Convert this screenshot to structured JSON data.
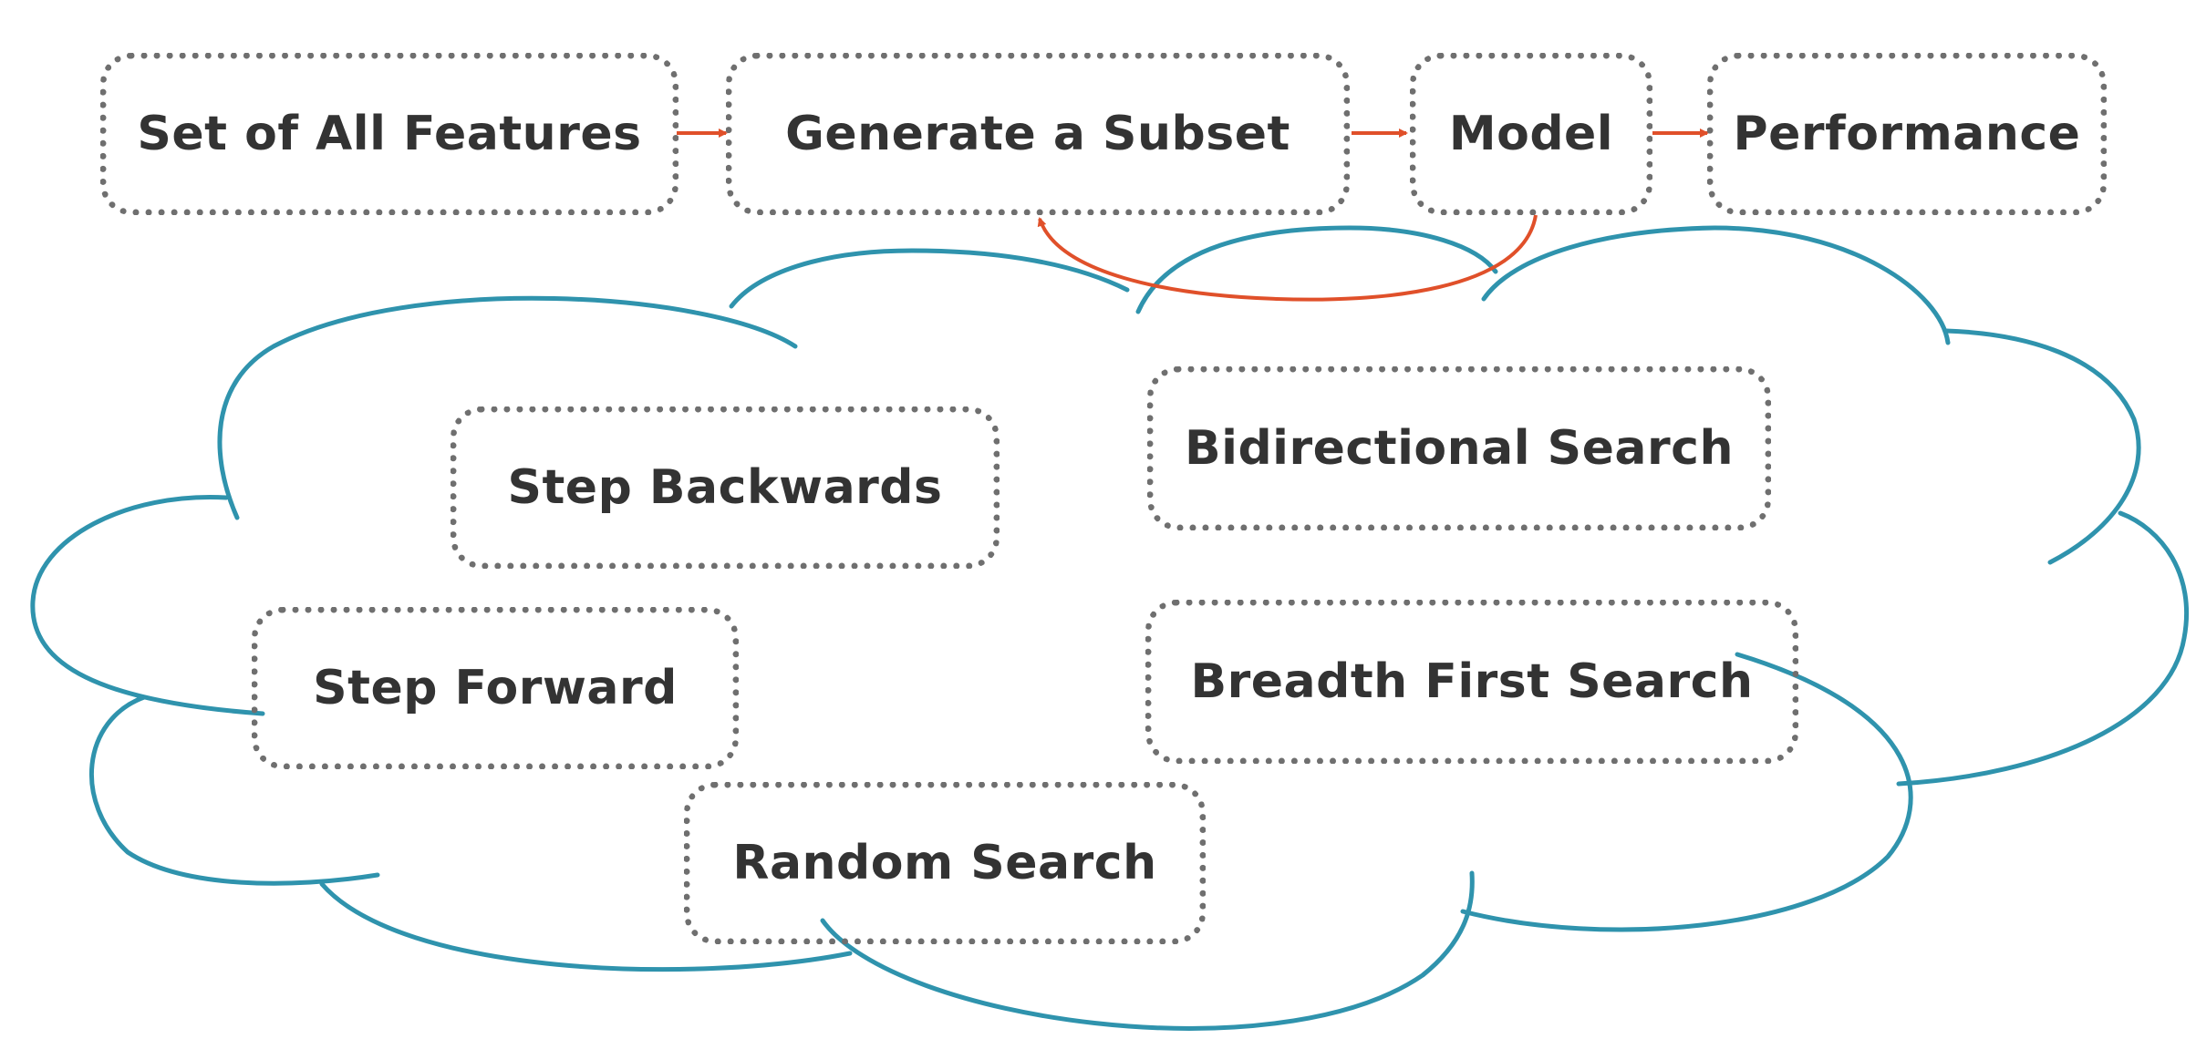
{
  "colors": {
    "box_border": "#6f6f6f",
    "text": "#333333",
    "arrow": "#e0502a",
    "cloud": "#2f93ad",
    "background": "#ffffff"
  },
  "pipeline": {
    "set_of_all_features": "Set of All Features",
    "generate_subset": "Generate a Subset",
    "model": "Model",
    "performance": "Performance"
  },
  "methods": {
    "step_backwards": "Step Backwards",
    "bidirectional_search": "Bidirectional Search",
    "step_forward": "Step Forward",
    "breadth_first_search": "Breadth First Search",
    "random_search": "Random Search"
  }
}
